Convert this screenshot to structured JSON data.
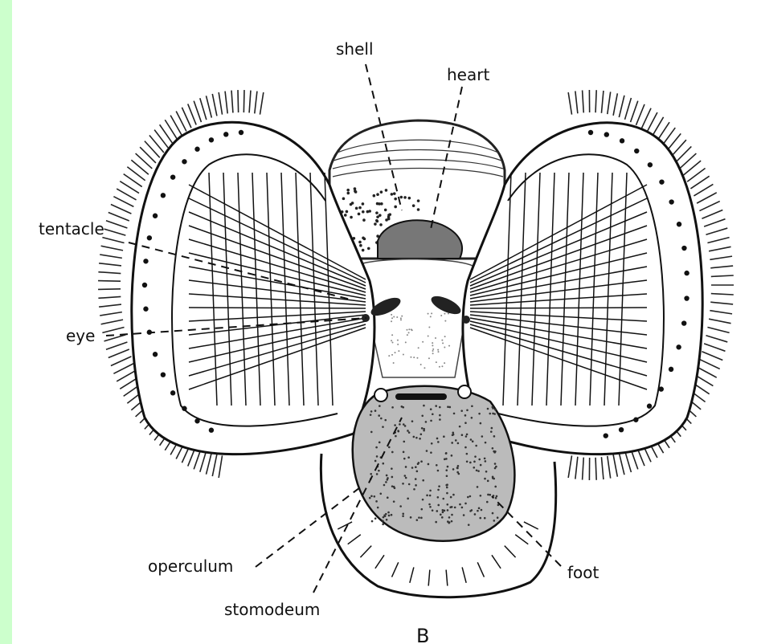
{
  "colors": {
    "frame": "#ccffcc",
    "paper": "#ffffff",
    "ink": "#111111"
  },
  "labels": {
    "shell": "shell",
    "heart": "heart",
    "tentacle": "tentacle",
    "eye": "eye",
    "operculum": "operculum",
    "stomodeum": "stomodeum",
    "foot": "foot",
    "panel": "B"
  }
}
